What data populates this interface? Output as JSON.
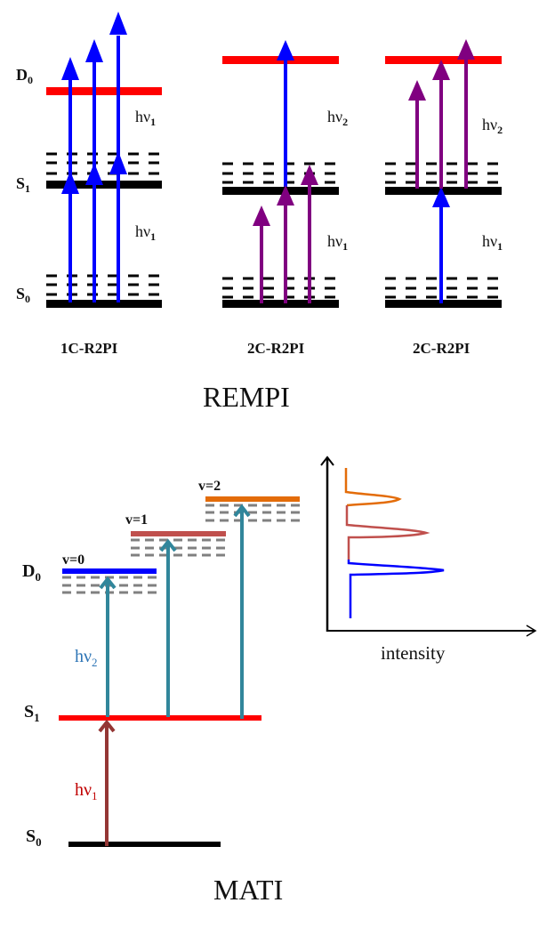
{
  "colors": {
    "black": "#000000",
    "red": "#ff0000",
    "blue": "#0000ff",
    "purple": "#800080",
    "teal": "#31869b",
    "brown": "#943634",
    "dashed_gray": "#808080",
    "v0": "#0000ff",
    "v1": "#c0504d",
    "v2": "#e36c09"
  },
  "rempi": {
    "title": "REMPI",
    "panels": [
      {
        "caption": "1C-R2PI",
        "levels": {
          "S0": "S0",
          "S1": "S1",
          "D0": "D0"
        },
        "upper_label": "hν1",
        "lower_label": "hν1",
        "lower_arrow_color": "blue",
        "upper_arrow_color": "blue"
      },
      {
        "caption": "2C-R2PI",
        "upper_label": "hν2",
        "lower_label": "hν1",
        "lower_arrow_color": "purple",
        "upper_arrow_color": "blue"
      },
      {
        "caption": "2C-R2PI",
        "upper_label": "hν2",
        "lower_label": "hν1",
        "lower_arrow_color": "blue",
        "upper_arrow_color": "purple"
      }
    ],
    "level_labels": {
      "D0_main": "D",
      "D0_sub": "0",
      "S1_main": "S",
      "S1_sub": "1",
      "S0_main": "S",
      "S0_sub": "0"
    },
    "hv": {
      "h": "hν",
      "sub1": "1",
      "sub2": "2"
    }
  },
  "mati": {
    "title": "MATI",
    "levels": {
      "D0_main": "D",
      "D0_sub": "0",
      "S1_main": "S",
      "S1_sub": "1",
      "S0_main": "S",
      "S0_sub": "0"
    },
    "vib_labels": [
      "v=0",
      "v=1",
      "v=2"
    ],
    "hv1": {
      "main": "hν",
      "sub": "1"
    },
    "hv2": {
      "main": "hν",
      "sub": "2"
    },
    "spectrum_axis_label": "intensity"
  }
}
